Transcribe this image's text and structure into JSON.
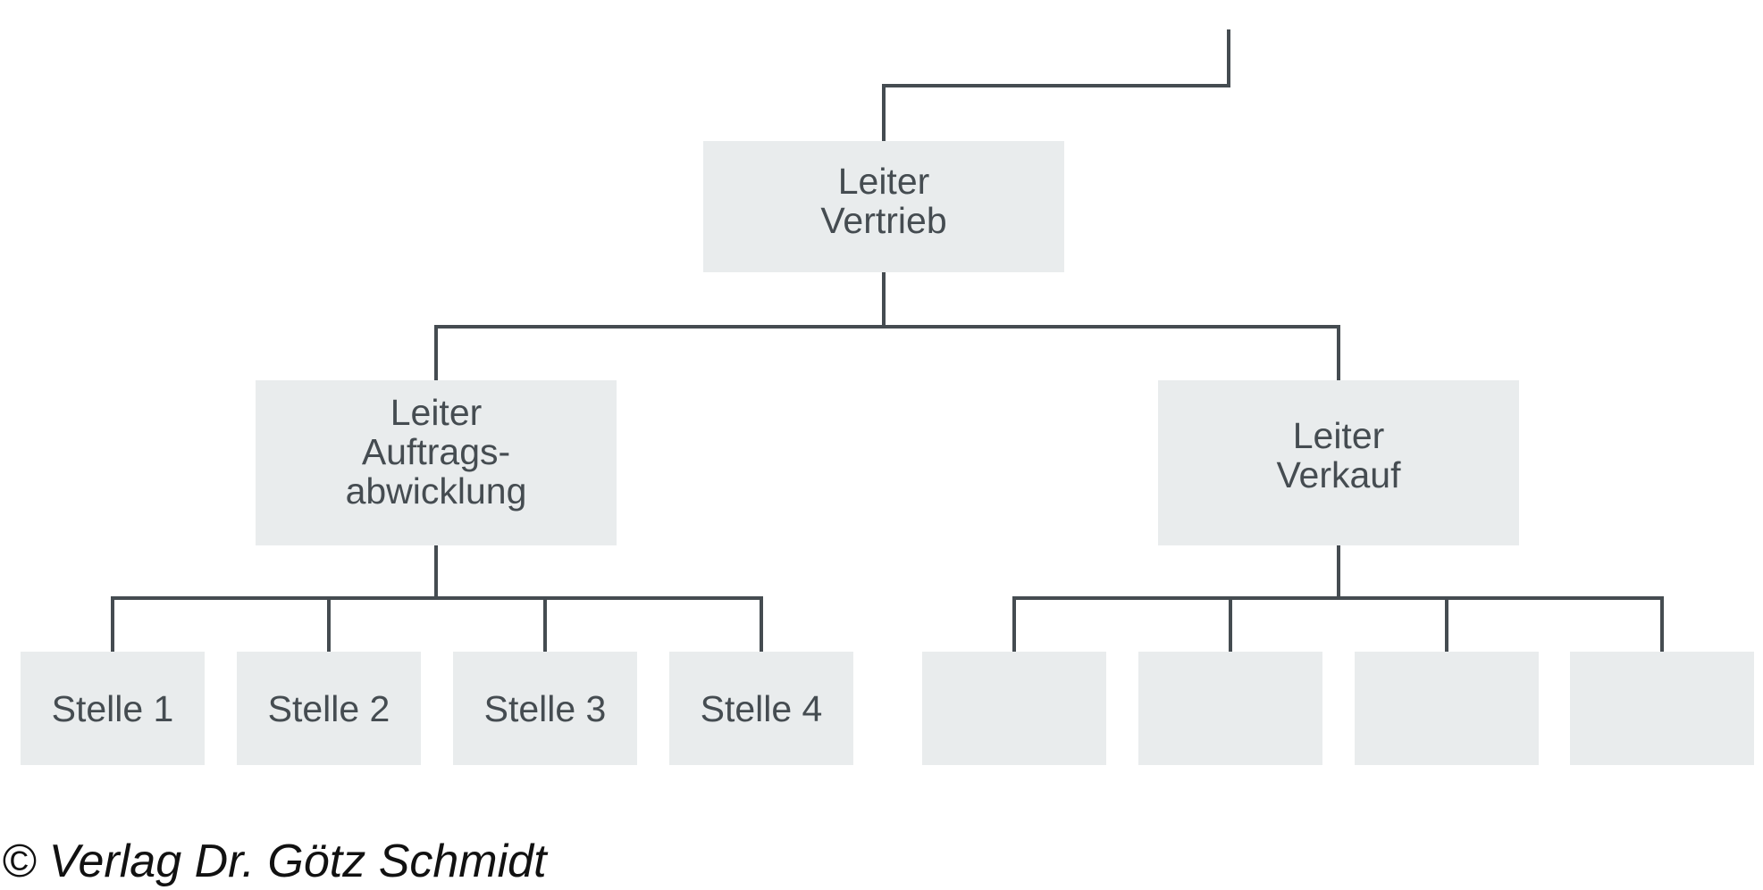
{
  "colors": {
    "box_fill": "#e9eced",
    "line": "#454c51",
    "text": "#454c51",
    "footer_text": "#111111",
    "background": "#ffffff"
  },
  "nodes": {
    "leiter_vertrieb": {
      "lines": [
        "Leiter",
        "Vertrieb"
      ]
    },
    "leiter_auftragsabwicklung": {
      "lines": [
        "Leiter",
        "Auftrags-",
        "abwicklung"
      ]
    },
    "leiter_verkauf": {
      "lines": [
        "Leiter",
        "Verkauf"
      ]
    },
    "stelle_1": {
      "lines": [
        "Stelle 1"
      ]
    },
    "stelle_2": {
      "lines": [
        "Stelle 2"
      ]
    },
    "stelle_3": {
      "lines": [
        "Stelle 3"
      ]
    },
    "stelle_4": {
      "lines": [
        "Stelle 4"
      ]
    },
    "verkauf_stelle_a": {
      "lines": []
    },
    "verkauf_stelle_b": {
      "lines": []
    },
    "verkauf_stelle_c": {
      "lines": []
    },
    "verkauf_stelle_d": {
      "lines": []
    }
  },
  "footer": {
    "copyright": "© Verlag Dr. Götz Schmidt"
  }
}
